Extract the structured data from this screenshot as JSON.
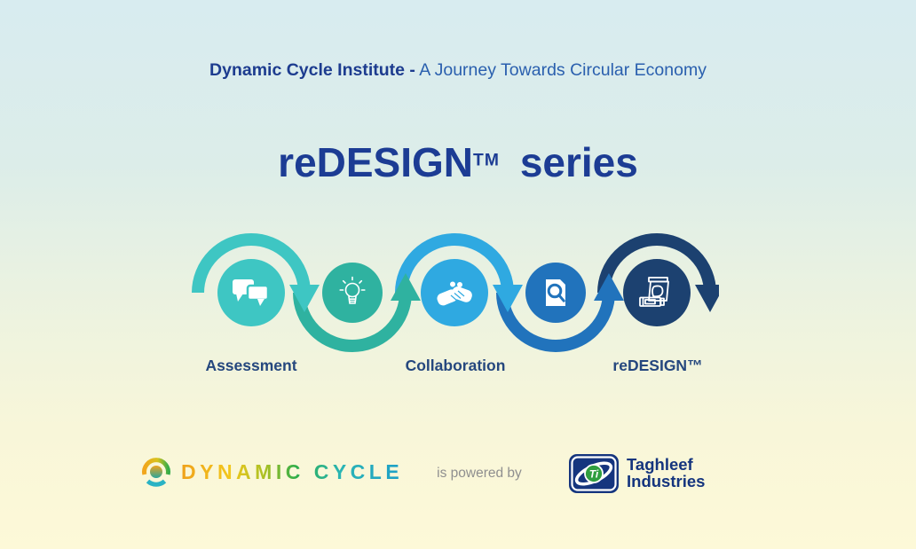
{
  "header": {
    "brand_bold": "Dynamic Cycle Institute -",
    "tagline": "A Journey Towards Circular Economy"
  },
  "title": {
    "main": "reDESIGN",
    "tm": "TM",
    "rest": "series"
  },
  "flow": {
    "steps": [
      {
        "label": "Assessment",
        "icon": "chat-bubbles-icon",
        "color": "#3EC6C3"
      },
      {
        "label": "",
        "icon": "lightbulb-icon",
        "color": "#2FB2A0"
      },
      {
        "label": "Collaboration",
        "icon": "handshake-icon",
        "color": "#2FA9E1"
      },
      {
        "label": "",
        "icon": "document-search-icon",
        "color": "#2173BC"
      },
      {
        "label": "reDESIGN™",
        "icon": "packaging-icon",
        "color": "#1C4170"
      }
    ]
  },
  "footer": {
    "dynamic_cycle_wordmark": "DYNAMIC CYCLE",
    "powered_by_text": "is powered by",
    "taghleef_name_line1": "Taghleef",
    "taghleef_name_line2": "Industries",
    "taghleef_monogram": "Ti"
  },
  "colors": {
    "background_top": "#D8ECF0",
    "background_bottom": "#FDF9D8",
    "subtitle_bold_blue": "#1D3C8F",
    "subtitle_light_blue": "#2A5FAE",
    "title_navy": "#1C3C94",
    "step_label_blue": "#25477E",
    "powered_by_gray": "#8F8F8F",
    "taghleef_navy": "#15357E",
    "taghleef_green": "#2F9E3F",
    "wordmark_gradient": [
      "#EFA11B",
      "#F2C71D",
      "#79B82D",
      "#2FAE4A",
      "#2AB5B5",
      "#1D9FC8"
    ]
  }
}
